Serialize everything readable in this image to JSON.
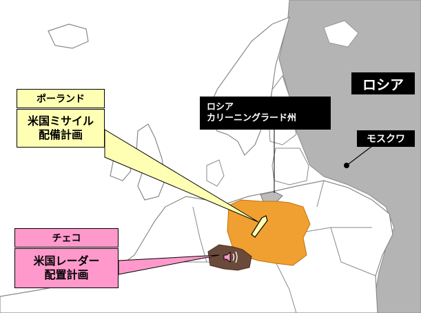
{
  "colors": {
    "sea": "#ffffff",
    "land": "#ffffff",
    "border": "#888888",
    "russia": "#b4b4b4",
    "poland": "#f0a030",
    "czech": "#6a4a3a",
    "kaliningrad": "#bcbcbc",
    "callout_yellow": "#ffffb3",
    "callout_pink": "#ff99cc",
    "label_black": "#000000"
  },
  "labels": {
    "russia": "ロシア",
    "moscow": "モスクワ",
    "kaliningrad": {
      "line1": "ロシア",
      "line2": "カリーニングラード州"
    },
    "poland": {
      "title": "ポーランド",
      "line1": "米国ミサイル",
      "line2": "配備計画"
    },
    "czech": {
      "title": "チェコ",
      "line1": "米国レーダー",
      "line2": "配置計画"
    }
  },
  "icons": {
    "missile": "missile-icon",
    "radar": "radar-icon",
    "city": "city-dot-icon"
  }
}
